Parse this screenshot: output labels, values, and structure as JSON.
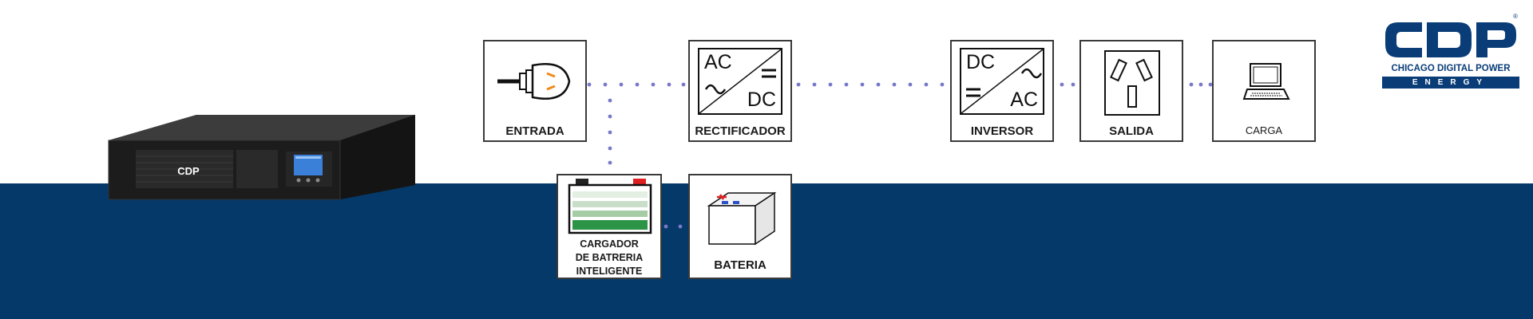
{
  "brand": {
    "name": "CDP",
    "subtitle": "CHICAGO DIGITAL POWER",
    "tagline": "ENERGY",
    "registered_mark": "®",
    "color": "#0a3d78"
  },
  "colors": {
    "band": "#04396a",
    "connector_dots": "#7a78c8",
    "box_border": "#3a3a3a"
  },
  "device": {
    "logo_text": "CDP"
  },
  "blocks": {
    "entrada": {
      "label": "ENTRADA"
    },
    "rectificador": {
      "label": "RECTIFICADOR",
      "top_left": "AC",
      "bottom_right": "DC"
    },
    "inversor": {
      "label": "INVERSOR",
      "top_left": "DC",
      "bottom_right": "AC"
    },
    "salida": {
      "label": "SALIDA"
    },
    "carga": {
      "label": "CARGA"
    },
    "cargador": {
      "label_lines": [
        "CARGADOR",
        "DE BATRERIA",
        "INTELIGENTE"
      ]
    },
    "bateria": {
      "label": "BATERIA"
    }
  }
}
